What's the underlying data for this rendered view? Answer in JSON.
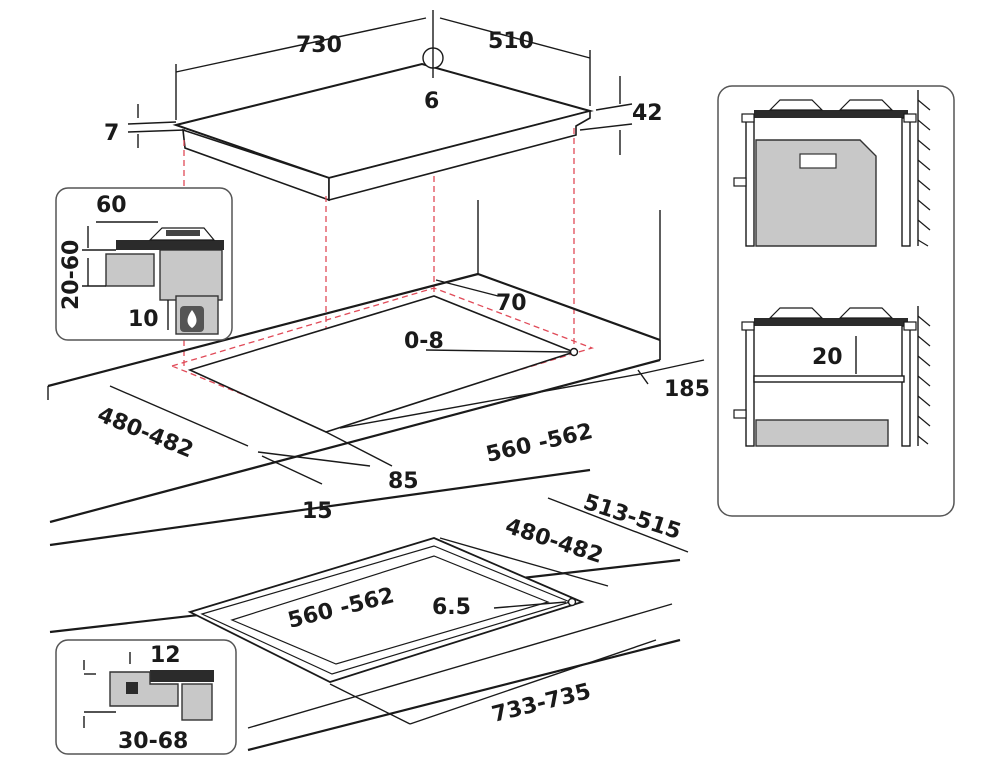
{
  "hob_top": {
    "width": "730",
    "depth": "510",
    "knob_height": "6",
    "body_height": "42",
    "glass_thickness": "7"
  },
  "cutout": {
    "back_clearance": "70",
    "depth": "480-482",
    "width": "560 -562",
    "side_clearance": "185",
    "front_clearance": "85",
    "edge_offset": "15",
    "corner_radius": "0-8"
  },
  "inset_left_top": {
    "gap_top": "60",
    "height": "20-60",
    "gap_bottom": "10"
  },
  "flush_mount": {
    "outer_depth": "513-515",
    "inner_depth": "480-482",
    "inner_width": "560 -562",
    "outer_width": "733-735",
    "corner_radius": "6.5"
  },
  "inset_left_bottom": {
    "rebate_depth": "12",
    "worktop_thickness": "30-68"
  },
  "inset_right": {
    "gap": "20"
  }
}
